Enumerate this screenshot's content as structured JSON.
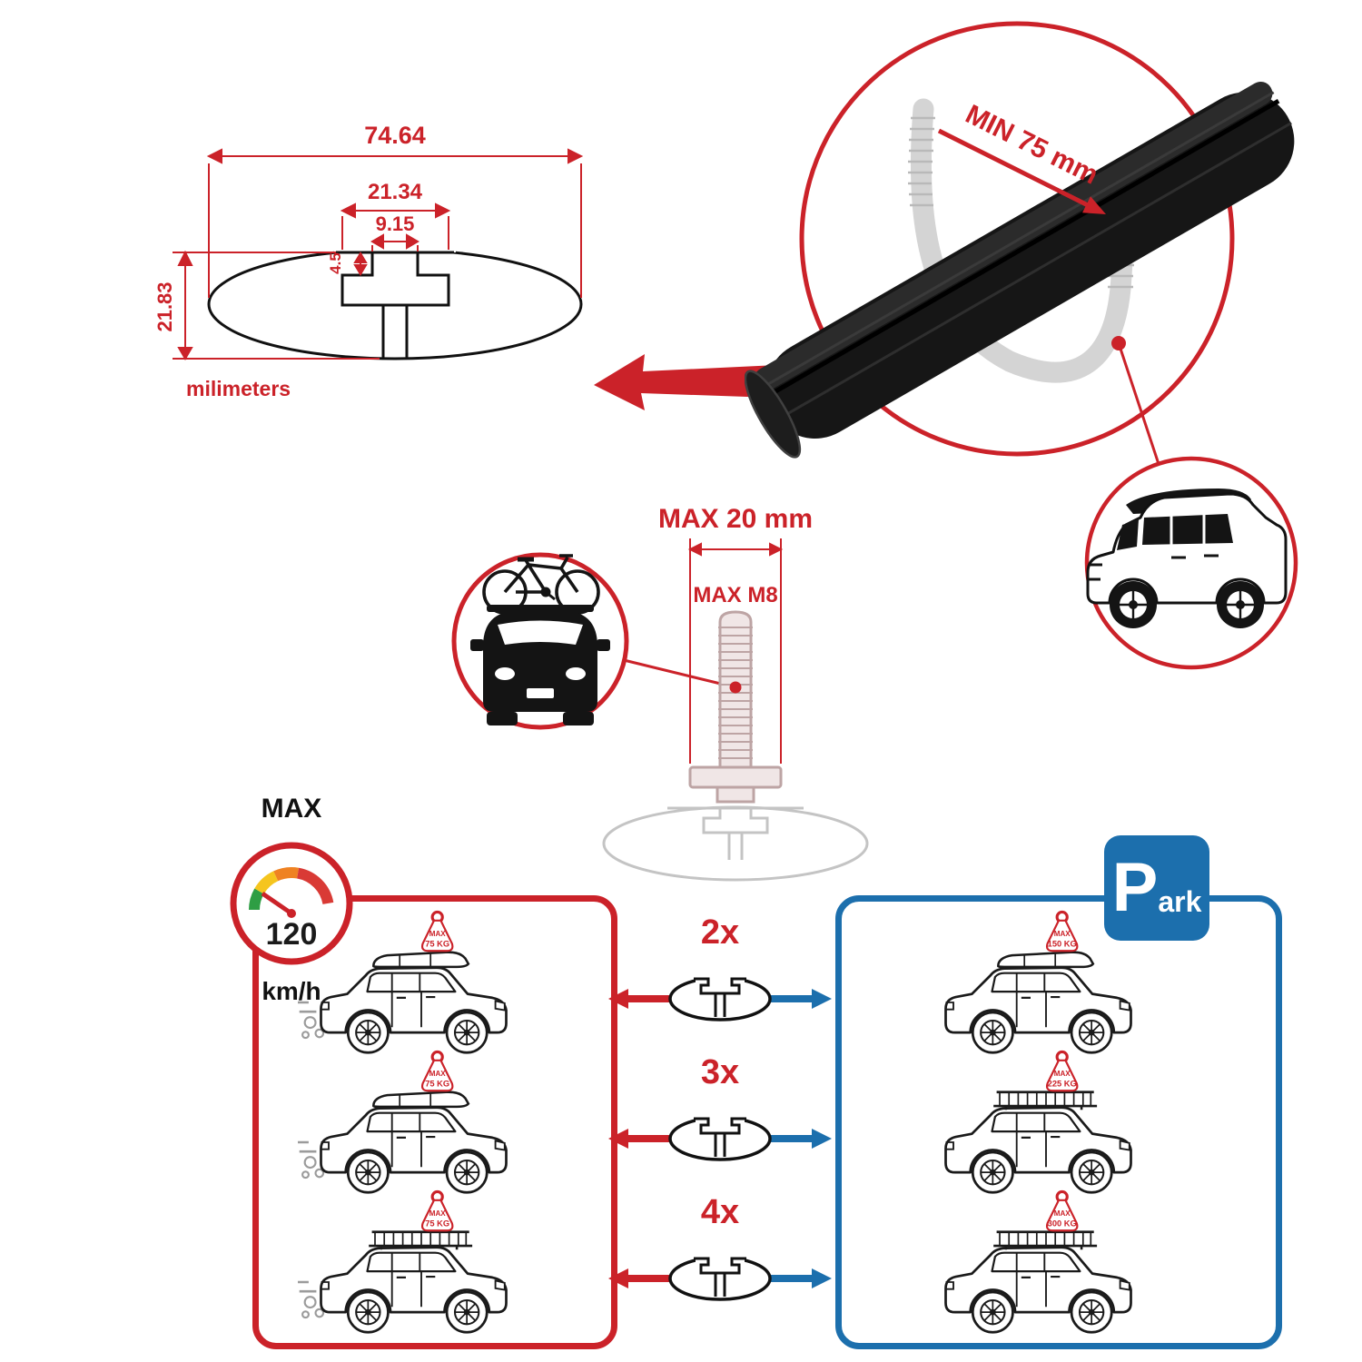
{
  "colors": {
    "accent_red": "#cb2229",
    "accent_blue": "#1c6fad",
    "bar_black": "#161616",
    "clamp_gray": "#d4d4d4"
  },
  "dimension_drawing": {
    "total_width": "74.64",
    "channel_width": "21.34",
    "slot_width": "9.15",
    "lip_depth": "4.5",
    "total_height": "21.83",
    "units_label": "milimeters"
  },
  "crossbar_detail": {
    "min_span_label": "MIN 75 mm"
  },
  "bolt_diagram": {
    "max_width_label": "MAX 20 mm",
    "max_thread_label": "MAX M8"
  },
  "speed_limit": {
    "title": "MAX",
    "value": "120",
    "units": "km/h"
  },
  "driving_cars": [
    {
      "tag_line1": "MAX",
      "tag_line2": "75 KG"
    },
    {
      "tag_line1": "MAX",
      "tag_line2": "75 KG"
    },
    {
      "tag_line1": "MAX",
      "tag_line2": "75 KG"
    }
  ],
  "bar_counts": [
    {
      "label": "2x"
    },
    {
      "label": "3x"
    },
    {
      "label": "4x"
    }
  ],
  "parking_sign": {
    "letter": "P",
    "suffix": "ark"
  },
  "parked_cars": [
    {
      "tag_line1": "MAX",
      "tag_line2": "150 KG"
    },
    {
      "tag_line1": "MAX",
      "tag_line2": "225 KG"
    },
    {
      "tag_line1": "MAX",
      "tag_line2": "300 KG"
    }
  ]
}
